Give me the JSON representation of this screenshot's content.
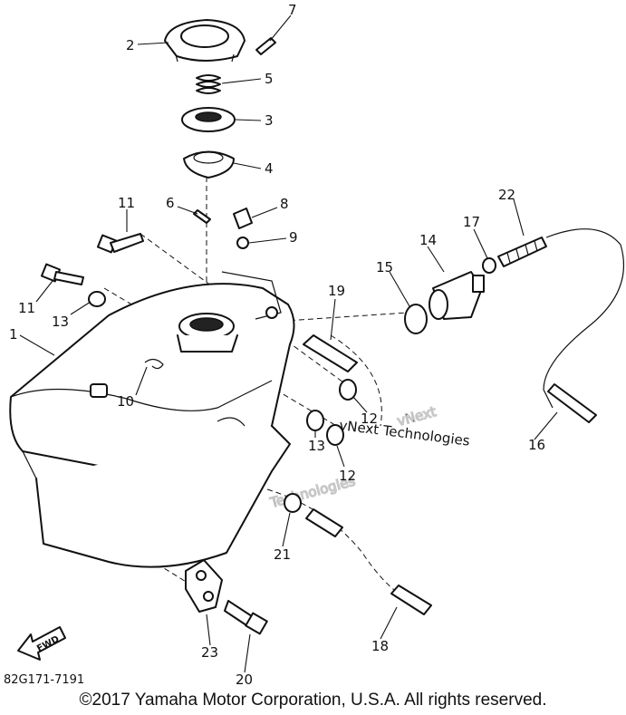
{
  "diagram": {
    "callouts": {
      "c1": "1",
      "c2": "2",
      "c3": "3",
      "c4": "4",
      "c5": "5",
      "c6": "6",
      "c7": "7",
      "c8": "8",
      "c9": "9",
      "c10": "10",
      "c11a": "11",
      "c11b": "11",
      "c12a": "12",
      "c12b": "12",
      "c13a": "13",
      "c13b": "13",
      "c14": "14",
      "c15": "15",
      "c16": "16",
      "c17": "17",
      "c18": "18",
      "c19": "19",
      "c20": "20",
      "c21": "21",
      "c22": "22",
      "c23": "23"
    },
    "fwd_label": "FWD",
    "diagram_code": "82G171-7191"
  },
  "watermark": {
    "company_text": "vNext Technologies",
    "large_line1": "vNext",
    "large_line2": "Technologies"
  },
  "footer": {
    "copyright": "©2017 Yamaha Motor Corporation, U.S.A. All rights reserved."
  }
}
